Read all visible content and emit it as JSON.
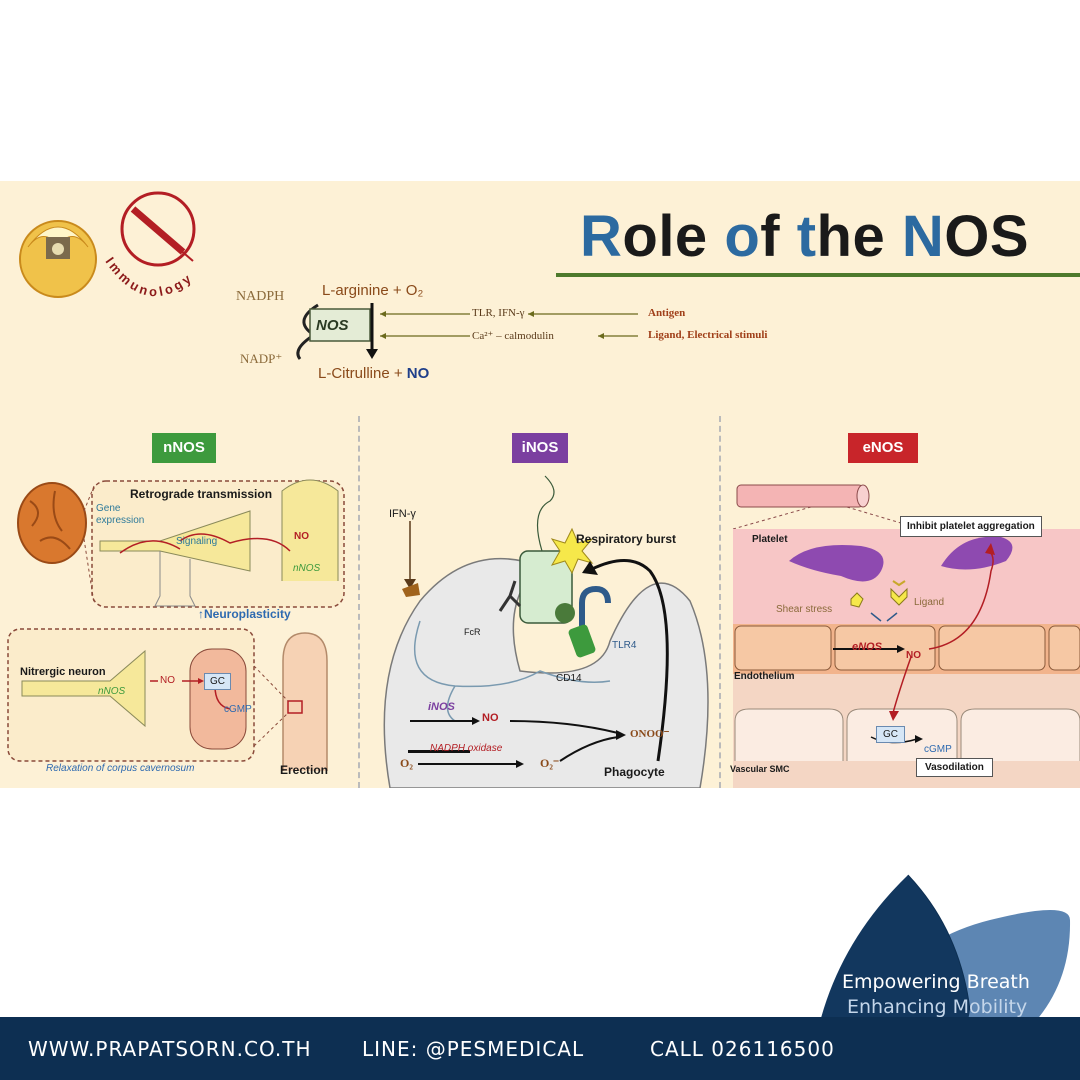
{
  "header": {
    "title_r": "R",
    "title_ole": "ole ",
    "title_o": "o",
    "title_f": "f ",
    "title_t": "t",
    "title_he": "he ",
    "title_n": "N",
    "title_os": "OS",
    "logo_text": "Immunology"
  },
  "reaction": {
    "nadph": "NADPH",
    "nadp": "NADP⁺",
    "substrate": "L-arginine + O₂",
    "enzyme": "NOS",
    "product_pre": "L-Citrulline + ",
    "product_no": "NO",
    "stim1": "TLR, IFN-γ",
    "stim1_src": "Antigen",
    "stim2": "Ca²⁺ – calmodulin",
    "stim2_src": "Ligand, Electrical stimuli"
  },
  "nnos": {
    "tag": "nNOS",
    "retro_title": "Retrograde transmission",
    "gene_expression": "Gene expression",
    "signaling": "Signaling",
    "no": "NO",
    "nnos_label": "nNOS",
    "neuroplasticity": "↑Neuroplasticity",
    "nitrergic": "Nitrergic neuron",
    "no2": "NO",
    "nnos2": "nNOS",
    "gc": "GC",
    "cgmp": "cGMP",
    "relaxation": "Relaxation of corpus cavernosum",
    "erection": "Erection"
  },
  "inos": {
    "tag": "iNOS",
    "ifn": "IFN-γ",
    "burst": "Respiratory burst",
    "fcr": "FcR",
    "tlr4": "TLR4",
    "cd14": "CD14",
    "inos_label": "iNOS",
    "no": "NO",
    "nadph_oxidase": "NADPH oxidase",
    "o2": "O₂",
    "superoxide": "O₂⁻",
    "onoo": "ONOO⁻",
    "phagocyte": "Phagocyte"
  },
  "enos": {
    "tag": "eNOS",
    "inhibit": "Inhibit platelet aggregation",
    "platelet": "Platelet",
    "shear": "Shear stress",
    "ligand": "Ligand",
    "enos_label": "eNOS",
    "no": "NO",
    "endothelium": "Endothelium",
    "gc": "GC",
    "cgmp": "cGMP",
    "smc": "Vascular SMC",
    "vasodilation": "Vasodilation"
  },
  "brand": {
    "line1": "Empowering Breath",
    "line2": "Enhancing Mobility"
  },
  "footer": {
    "website": "WWW.PRAPATSORN.CO.TH",
    "line": "LINE: @PESMEDICAL",
    "call": "CALL 026116500"
  },
  "colors": {
    "panel_bg": "#fdf1d6",
    "nnos_tag": "#3d9a3d",
    "inos_tag": "#7b3fa0",
    "enos_tag": "#c8252a",
    "footer_bg": "#0d2f52",
    "title_blue": "#2c6aa0"
  }
}
